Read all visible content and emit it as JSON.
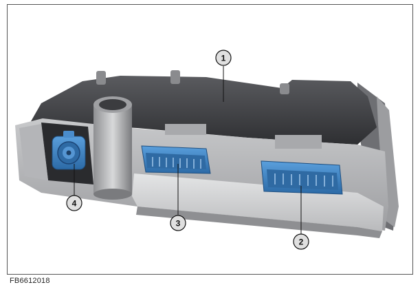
{
  "figure": {
    "reference_code": "FB6612018",
    "callouts": [
      {
        "number": "1"
      },
      {
        "number": "2"
      },
      {
        "number": "3"
      },
      {
        "number": "4"
      }
    ]
  },
  "colors": {
    "housing_dark": "#3c3d40",
    "housing_mid": "#7c7e82",
    "housing_light": "#d2d3d5",
    "connector_blue": "#3f86c8",
    "callout_fill": "#e0e0e0"
  }
}
